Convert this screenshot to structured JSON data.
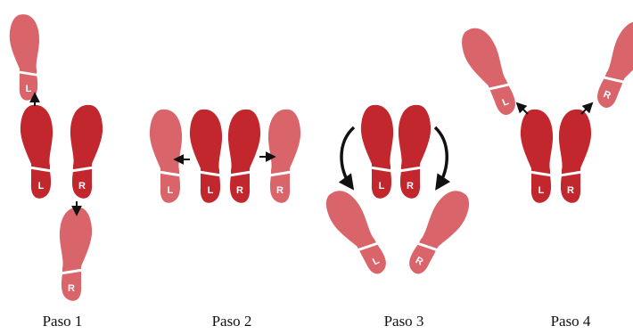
{
  "steps": [
    {
      "label": "Paso 1"
    },
    {
      "label": "Paso 2"
    },
    {
      "label": "Paso 3"
    },
    {
      "label": "Paso 4"
    }
  ],
  "feet": {
    "left_letter": "L",
    "right_letter": "R"
  },
  "colors": {
    "solid_foot": "#c1272d",
    "faded_foot": "#d9646a",
    "letter": "#ffffff",
    "arrow": "#111111"
  }
}
